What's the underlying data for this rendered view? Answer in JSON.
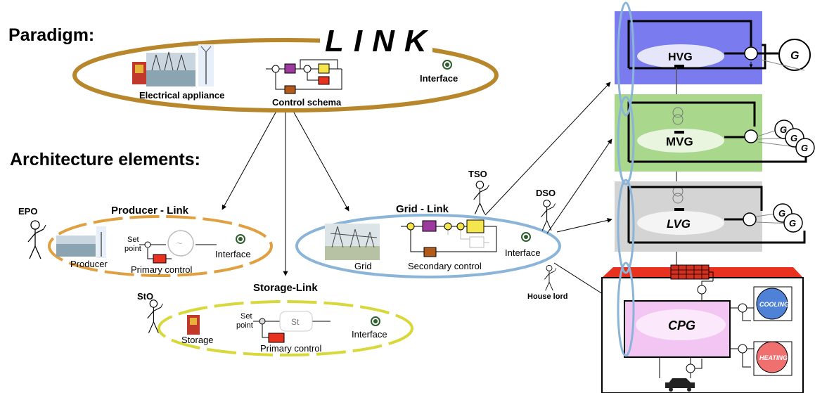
{
  "headings": {
    "paradigm": "Paradigm:",
    "architecture": "Architecture elements:"
  },
  "link_logo": "LINK",
  "paradigm": {
    "appliance": "Electrical appliance",
    "control": "Control schema",
    "interface": "Interface"
  },
  "producer_link": {
    "title": "Producer - Link",
    "actor": "EPO",
    "set": "Set",
    "point": "point",
    "producer": "Producer",
    "primary": "Primary control",
    "interface": "Interface"
  },
  "storage_link": {
    "title": "Storage-Link",
    "actor": "StO",
    "set": "Set",
    "point": "point",
    "st": "St",
    "storage": "Storage",
    "primary": "Primary control",
    "interface": "Interface"
  },
  "grid_link": {
    "title": "Grid - Link",
    "actor": "TSO",
    "grid": "Grid",
    "secondary": "Secondary control",
    "interface": "Interface"
  },
  "actors": {
    "dso": "DSO",
    "house": "House lord"
  },
  "levels": {
    "hvg": "HVG",
    "mvg": "MVG",
    "lvg": "LVG",
    "cpg": "CPG",
    "gen": "G",
    "cooling": "COOLING",
    "heating": "HEATING"
  },
  "colors": {
    "brown": "#b8862b",
    "blue_link": "#8ab4d8",
    "yellow_link": "#d8d83a",
    "orange_link": "#e0a040",
    "hvg_bg": "#7b7bf0",
    "mvg_bg": "#a9d88c",
    "lvg_bg": "#d4d4d4",
    "cpg_bg": "#f3c5f3",
    "roof": "#e8311f",
    "cooling": "#4f81d6",
    "heating": "#f07070"
  }
}
